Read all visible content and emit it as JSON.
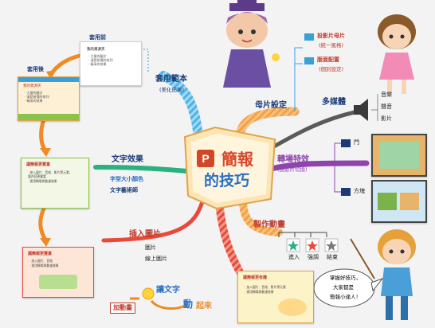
{
  "center": {
    "line1": "簡報",
    "line2": "的技巧"
  },
  "template": {
    "title": "套用範本",
    "subtitle": "(美化簡報)",
    "before": "套用前",
    "after": "套用後",
    "slide_before": {
      "heading": "我的資源夾",
      "bullets": [
        "· 大量的圖文",
        "· 清楚易懂的排列",
        "· 精采的效果"
      ]
    },
    "slide_after": {
      "heading": "我的資源夾",
      "bullets": [
        "· 大量的圖文",
        "· 清楚易懂的排列",
        "· 精采的效果"
      ]
    }
  },
  "master": {
    "title": "母片設定",
    "item1_line1": "投影片母片",
    "item1_line2": "(統一風格)",
    "item2_line1": "版面配置",
    "item2_line2": "(個別設定)"
  },
  "multimedia": {
    "title": "多媒體",
    "items": [
      "音樂",
      "聲音",
      "影片"
    ]
  },
  "transition": {
    "title": "轉場特效",
    "subtitle": "(投影片切換)",
    "items": [
      "門",
      "方塊"
    ]
  },
  "text_effect": {
    "title": "文字效果",
    "item1": "字型大小顏色",
    "item2": "文字藝術師",
    "slide": {
      "heading": "讓簡報更豐富",
      "bullets": [
        "· 加入圖片、音效、影片等元素，",
        "  讓內容更豐富",
        "· 運用轉場與動畫效果"
      ]
    }
  },
  "picture": {
    "title": "插入圖片",
    "items": [
      "圖片",
      "線上圖片"
    ],
    "slide": {
      "heading": "讓簡報更豐富",
      "bullets": [
        "· 加入圖片、音效",
        "· 運用轉場與動畫效果"
      ]
    }
  },
  "animation": {
    "title": "製作動畫",
    "items": [
      "進入",
      "強調",
      "結束"
    ],
    "flow": [
      "加動畫",
      "讓文字",
      "動",
      "起來"
    ],
    "slide": {
      "heading": "讓簡報更有趣",
      "bullets": [
        "· 加入圖片、音效、影片等元素",
        "· 運用轉場與動畫效果"
      ]
    }
  },
  "speech": {
    "line1": "掌握好技巧，",
    "line2": "大家都是",
    "line3": "簡報小達人！"
  },
  "colors": {
    "orange": "#f08a24",
    "blue": "#3aa0d8",
    "red": "#e53935",
    "green": "#2bb07f",
    "purple": "#8e44ad",
    "navy": "#1a3a78"
  }
}
